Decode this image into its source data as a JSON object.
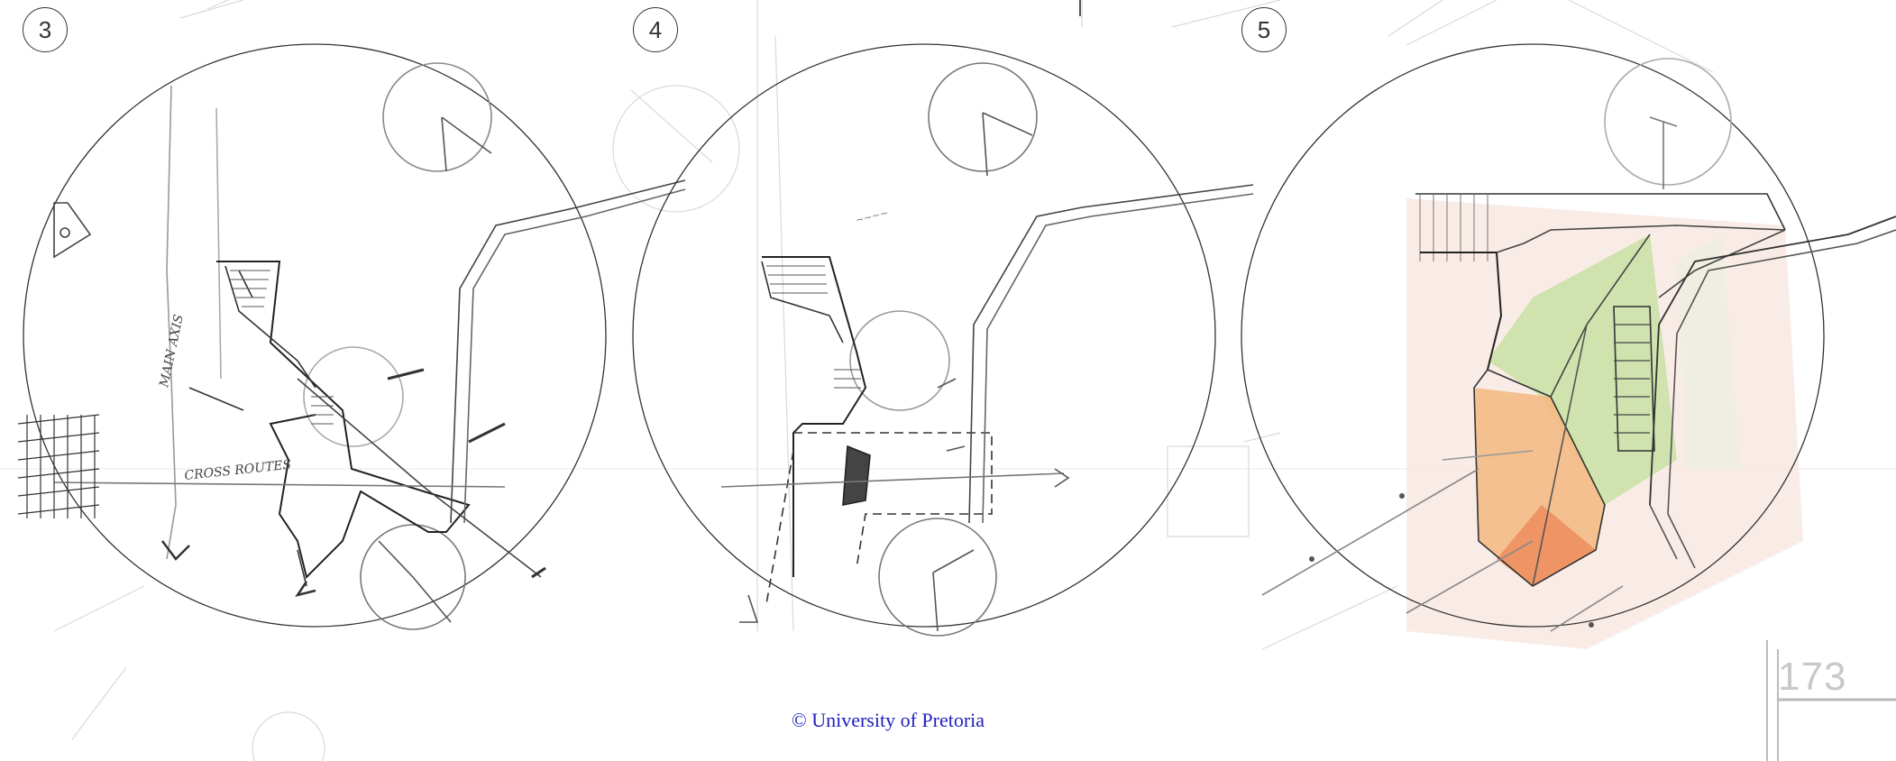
{
  "panels": [
    {
      "number": "3",
      "annotations": [
        "MAIN AXIS",
        "CROSS ROUTES"
      ]
    },
    {
      "number": "4",
      "annotations": []
    },
    {
      "number": "5",
      "annotations": []
    }
  ],
  "footer": {
    "copyright": "© University of Pretoria",
    "page_number": "173"
  },
  "colors": {
    "ink": "#222222",
    "pencil": "#9a9a9a",
    "wash_green": "#b9d98f",
    "wash_orange": "#f2a46a",
    "wash_pink": "#f3d6cc",
    "copyright_blue": "#1f1fbf",
    "page_number_grey": "#c8c8c8"
  }
}
